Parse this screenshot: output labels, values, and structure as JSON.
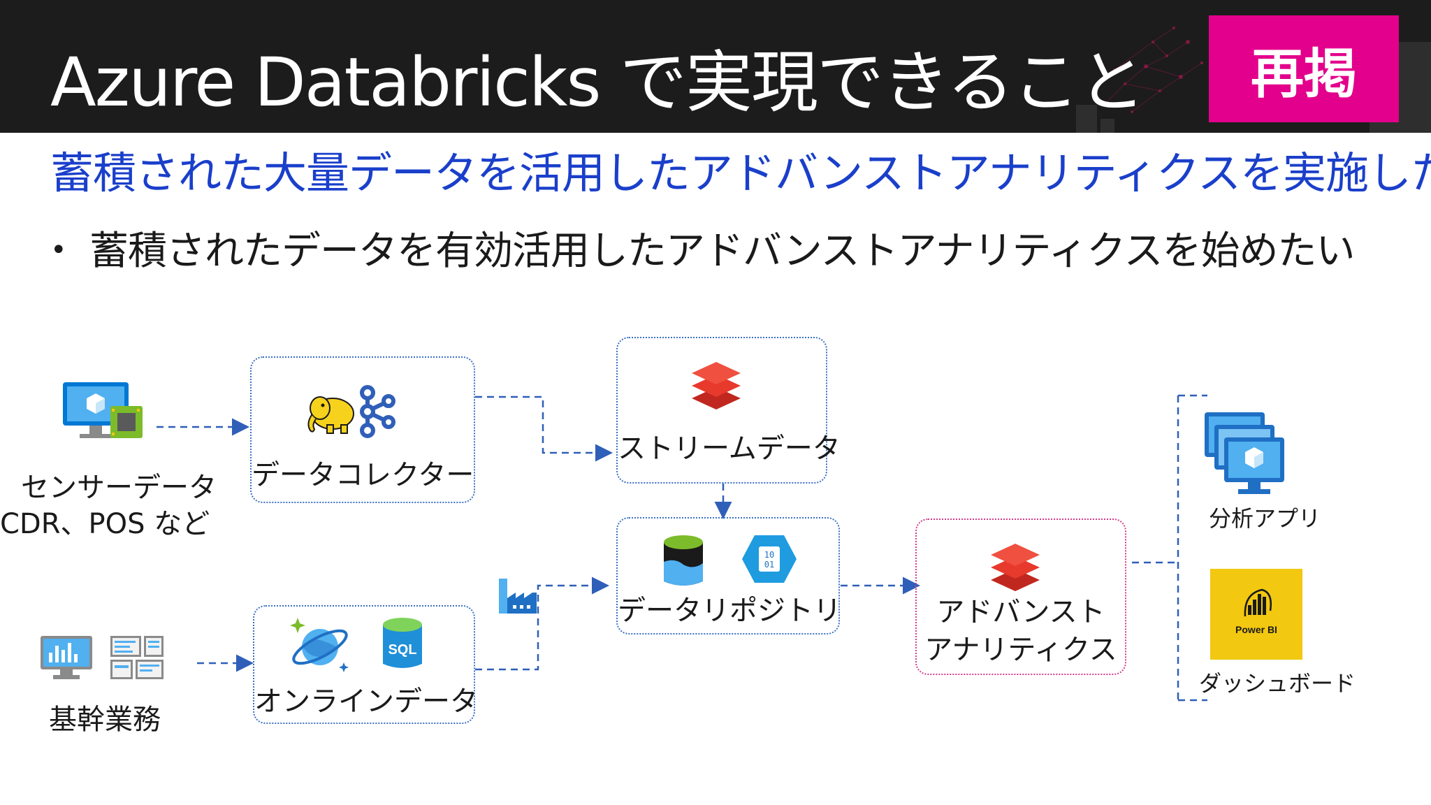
{
  "slide": {
    "title": "Azure Databricks で実現できること",
    "badge": "再掲",
    "subtitle": "蓄積された大量データを活用したアドバンストアナリティクスを実施したい",
    "bullet": "蓄積されたデータを有効活用したアドバンストアナリティクスを始めたい"
  },
  "diagram": {
    "sources": {
      "sensor_line1": "センサーデータ",
      "sensor_line2": "CDR、POS など",
      "core": "基幹業務"
    },
    "nodes": {
      "collector": "データコレクター",
      "stream": "ストリームデータ",
      "repository": "データリポジトリ",
      "online": "オンラインデータ",
      "advanced_line1": "アドバンスト",
      "advanced_line2": "アナリティクス"
    },
    "outputs": {
      "analysis_app": "分析アプリ",
      "dashboard": "ダッシュボード"
    },
    "icon_texts": {
      "sql": "SQL",
      "binary": "10\n01",
      "powerbi": "Power BI"
    }
  },
  "colors": {
    "header_bg": "#1c1c1c",
    "badge": "#e3008c",
    "subtitle": "#1a3fcb",
    "connector": "#2f5fb8",
    "box_border": "#3a6fc4",
    "advanced_border": "#d63a8a",
    "databricks": "#e8392d",
    "powerbi": "#f2c811"
  },
  "icons": [
    "network-decor-icon",
    "monitor-device-icon",
    "hadoop-elephant-icon",
    "kafka-icon",
    "databricks-icon",
    "data-lake-icon",
    "binary-hex-icon",
    "factory-icon",
    "cosmosdb-icon",
    "sql-database-icon",
    "monitor-chart-icon",
    "dashboard-windows-icon",
    "virtual-machines-icon",
    "powerbi-icon"
  ]
}
